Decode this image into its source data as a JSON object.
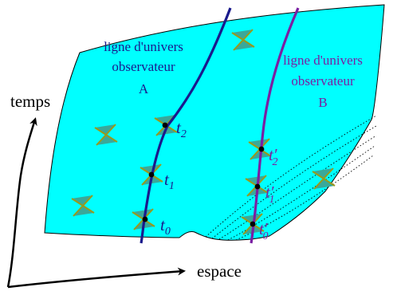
{
  "colors": {
    "sheet": "#00ffff",
    "observer_a": "#1a1a8c",
    "observer_b": "#7a1fa2",
    "light_cone_fill": "#3aa89a",
    "light_cone_edge": "#9a9a1a",
    "ink": "#000000"
  },
  "axes": {
    "time_label": "temps",
    "space_label": "espace"
  },
  "observer_a": {
    "label_line1": "ligne d'univers",
    "label_line2": "observateur",
    "label_line3": "A",
    "events": [
      {
        "base": "t",
        "sub": "2",
        "prime": ""
      },
      {
        "base": "t",
        "sub": "1",
        "prime": ""
      },
      {
        "base": "t",
        "sub": "0",
        "prime": ""
      }
    ]
  },
  "observer_b": {
    "label_line1": "ligne d'univers",
    "label_line2": "observateur",
    "label_line3": "B",
    "events": [
      {
        "base": "t",
        "sub": "2",
        "prime": "′"
      },
      {
        "base": "t",
        "sub": "1",
        "prime": "′"
      },
      {
        "base": "t",
        "sub": "0",
        "prime": "′"
      }
    ]
  },
  "icons": {
    "light_cone": "light-cone-icon",
    "event_point": "event-dot-icon"
  }
}
